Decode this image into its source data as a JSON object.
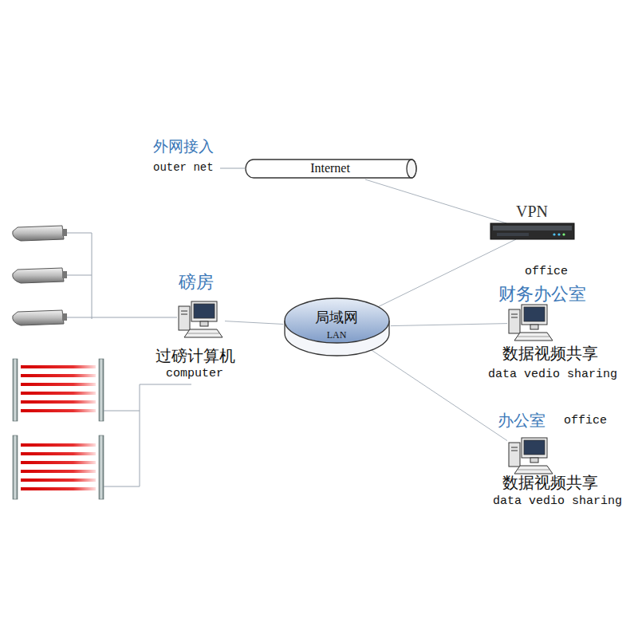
{
  "diagram": {
    "nodes": [
      {
        "text": [
          "Internet"
        ]
      },
      {
        "text": [
          "VPN"
        ]
      },
      {
        "text": [
          "磅房",
          "过磅计算机",
          "computer"
        ]
      },
      {
        "text": [
          "局域网",
          "LAN"
        ]
      },
      {
        "text": [
          "office",
          "财务办公室",
          "数据视频共享",
          "data vedio sharing"
        ]
      },
      {
        "text": [
          "办公室",
          "office",
          "数据视频共享",
          "data vedio sharing"
        ]
      }
    ],
    "edges": [
      {
        "from": 0,
        "to": 1,
        "arrow": "none"
      },
      {
        "from": 1,
        "to": 3,
        "arrow": "none"
      },
      {
        "from": 2,
        "to": 3,
        "arrow": "none"
      },
      {
        "from": 3,
        "to": 4,
        "arrow": "none"
      },
      {
        "from": 3,
        "to": 5,
        "arrow": "none"
      }
    ],
    "labels": [
      "外网接入",
      "outer net"
    ]
  }
}
